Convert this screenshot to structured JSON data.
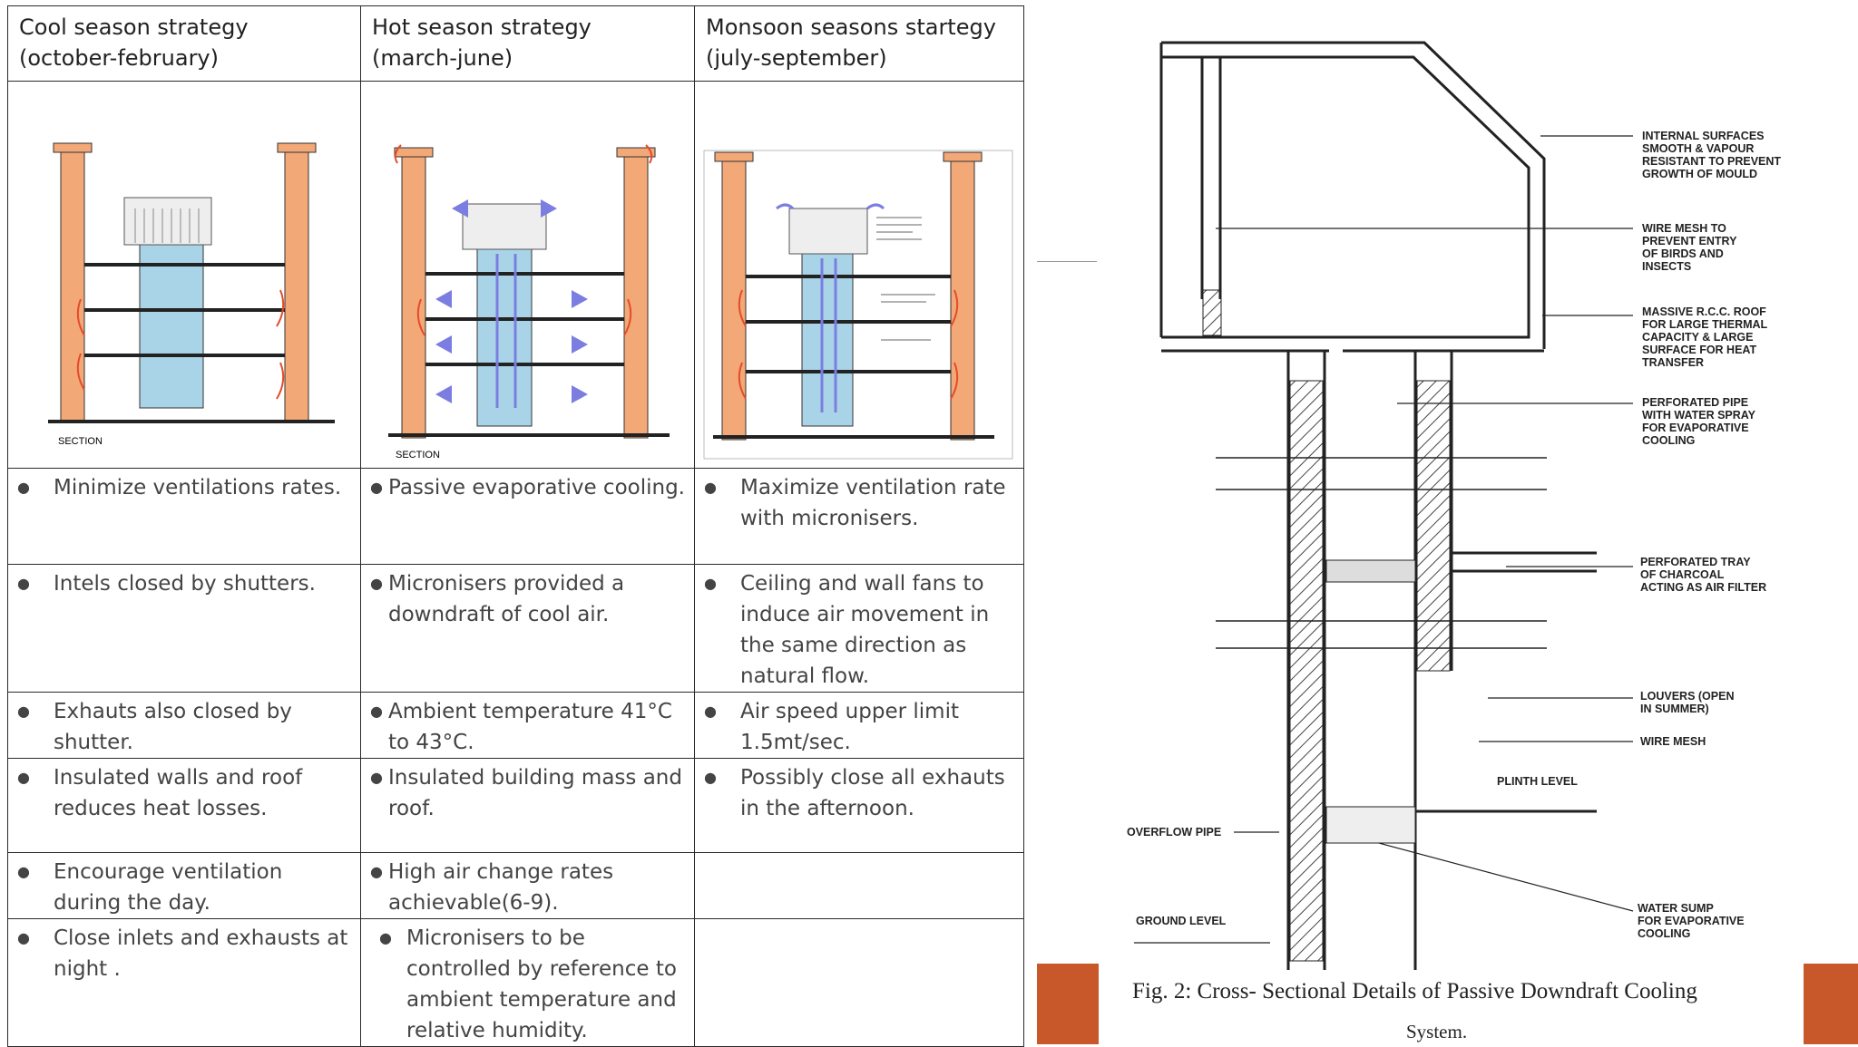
{
  "table": {
    "headers": [
      {
        "line1": "Cool season strategy",
        "line2": "(october-february)"
      },
      {
        "line1": "Hot season strategy",
        "line2": "(march-june)"
      },
      {
        "line1": "Monsoon seasons startegy",
        "line2": "(july-september)"
      }
    ],
    "section_label": "SECTION",
    "rows": [
      {
        "cool": "Minimize ventilations rates.",
        "hot": "Passive evaporative cooling.",
        "monsoon": "Maximize ventilation rate with micronisers."
      },
      {
        "cool": "Intels closed by shutters.",
        "hot": "Micronisers provided a downdraft of cool air.",
        "monsoon": "Ceiling and wall fans to induce air movement in the same direction as natural flow."
      },
      {
        "cool": "Exhauts also closed by shutter.",
        "hot": "Ambient temperature 41°C to 43°C.",
        "monsoon": "Air speed upper limit 1.5mt/sec."
      },
      {
        "cool": "Insulated walls and roof reduces heat losses.",
        "hot": "Insulated building mass and roof.",
        "monsoon": "Possibly close all exhauts in the afternoon."
      },
      {
        "cool": "Encourage ventilation during the day.",
        "hot": "High air change rates achievable(6-9).",
        "monsoon": ""
      },
      {
        "cool": "Close inlets and exhausts at night .",
        "hot": "Micronisers to be controlled by reference to ambient temperature and relative humidity.",
        "monsoon": ""
      }
    ]
  },
  "diagram": {
    "labels": {
      "internal": [
        "INTERNAL SURFACES",
        "SMOOTH & VAPOUR",
        "RESISTANT TO PREVENT",
        "GROWTH OF MOULD"
      ],
      "wire_top": [
        "WIRE MESH TO",
        "PREVENT ENTRY",
        "OF BIRDS AND",
        "INSECTS"
      ],
      "roof": [
        "MASSIVE R.C.C. ROOF",
        "FOR LARGE THERMAL",
        "CAPACITY & LARGE",
        "SURFACE FOR HEAT",
        "TRANSFER"
      ],
      "pipe": [
        "PERFORATED PIPE",
        "WITH WATER SPRAY",
        "FOR EVAPORATIVE",
        "COOLING"
      ],
      "tray": [
        "PERFORATED TRAY",
        "OF CHARCOAL",
        "ACTING AS AIR FILTER"
      ],
      "louvers": [
        "LOUVERS (OPEN",
        "IN SUMMER)"
      ],
      "wire_mesh": "WIRE MESH",
      "plinth": "PLINTH LEVEL",
      "overflow": "OVERFLOW PIPE",
      "ground": "GROUND LEVEL",
      "sump": [
        "WATER SUMP",
        "FOR EVAPORATIVE",
        "COOLING"
      ]
    },
    "caption_line1": "Fig. 2: Cross- Sectional Details of Passive Downdraft Cooling",
    "caption_line2": "System."
  },
  "colors": {
    "accent": "#c8582a",
    "column": "#f2a877",
    "shaft": "#a9d4e8",
    "arrow": "#7b7ee0"
  }
}
